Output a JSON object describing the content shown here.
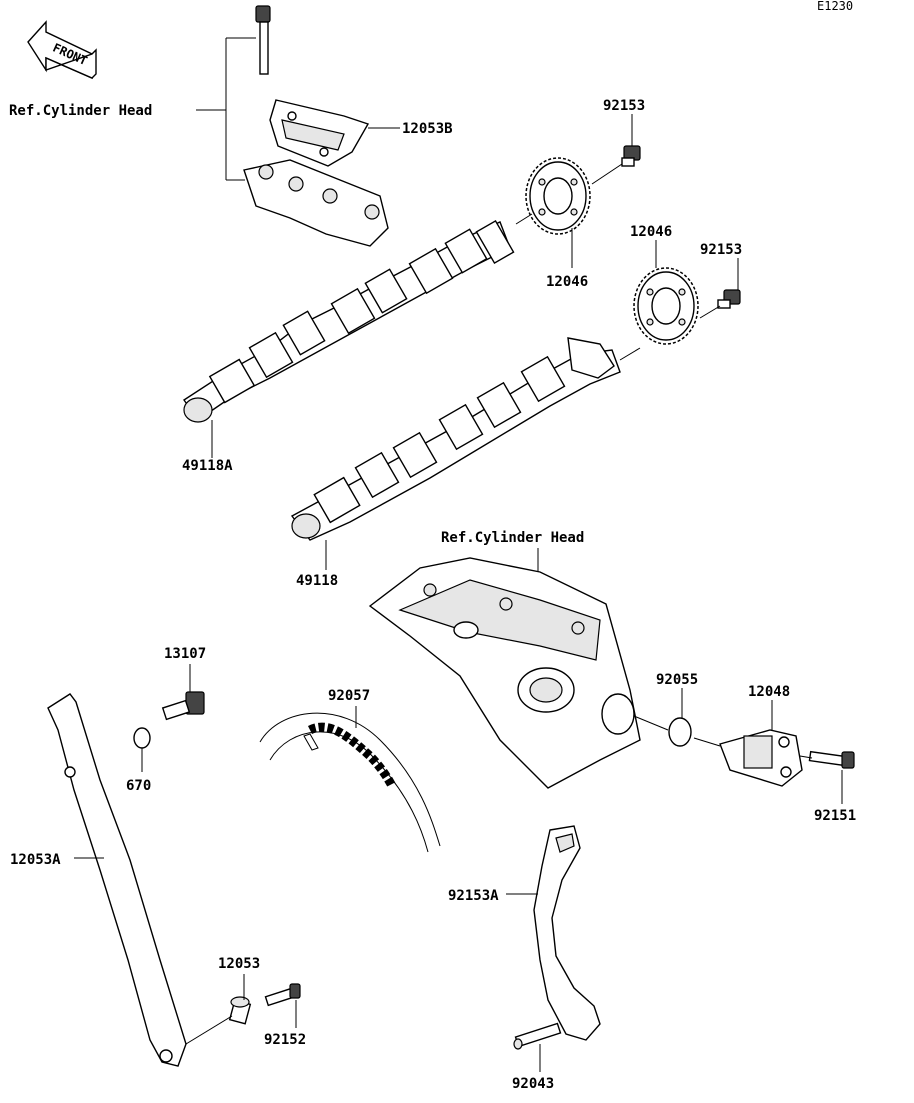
{
  "diagram": {
    "code": "E1230",
    "front_label": "FRONT",
    "ref_labels": [
      "Ref.Cylinder Head",
      "Ref.Cylinder Head"
    ],
    "parts": [
      {
        "id": "p-12053B",
        "label": "12053B"
      },
      {
        "id": "p-92153a",
        "label": "92153"
      },
      {
        "id": "p-12046a",
        "label": "12046"
      },
      {
        "id": "p-12046b",
        "label": "12046"
      },
      {
        "id": "p-92153b",
        "label": "92153"
      },
      {
        "id": "p-49118A",
        "label": "49118A"
      },
      {
        "id": "p-49118",
        "label": "49118"
      },
      {
        "id": "p-13107",
        "label": "13107"
      },
      {
        "id": "p-670",
        "label": "670"
      },
      {
        "id": "p-92057",
        "label": "92057"
      },
      {
        "id": "p-92055",
        "label": "92055"
      },
      {
        "id": "p-12048",
        "label": "12048"
      },
      {
        "id": "p-92151",
        "label": "92151"
      },
      {
        "id": "p-12053A",
        "label": "12053A"
      },
      {
        "id": "p-12053",
        "label": "12053"
      },
      {
        "id": "p-92152",
        "label": "92152"
      },
      {
        "id": "p-92153A",
        "label": "92153A"
      },
      {
        "id": "p-92043",
        "label": "92043"
      }
    ]
  }
}
